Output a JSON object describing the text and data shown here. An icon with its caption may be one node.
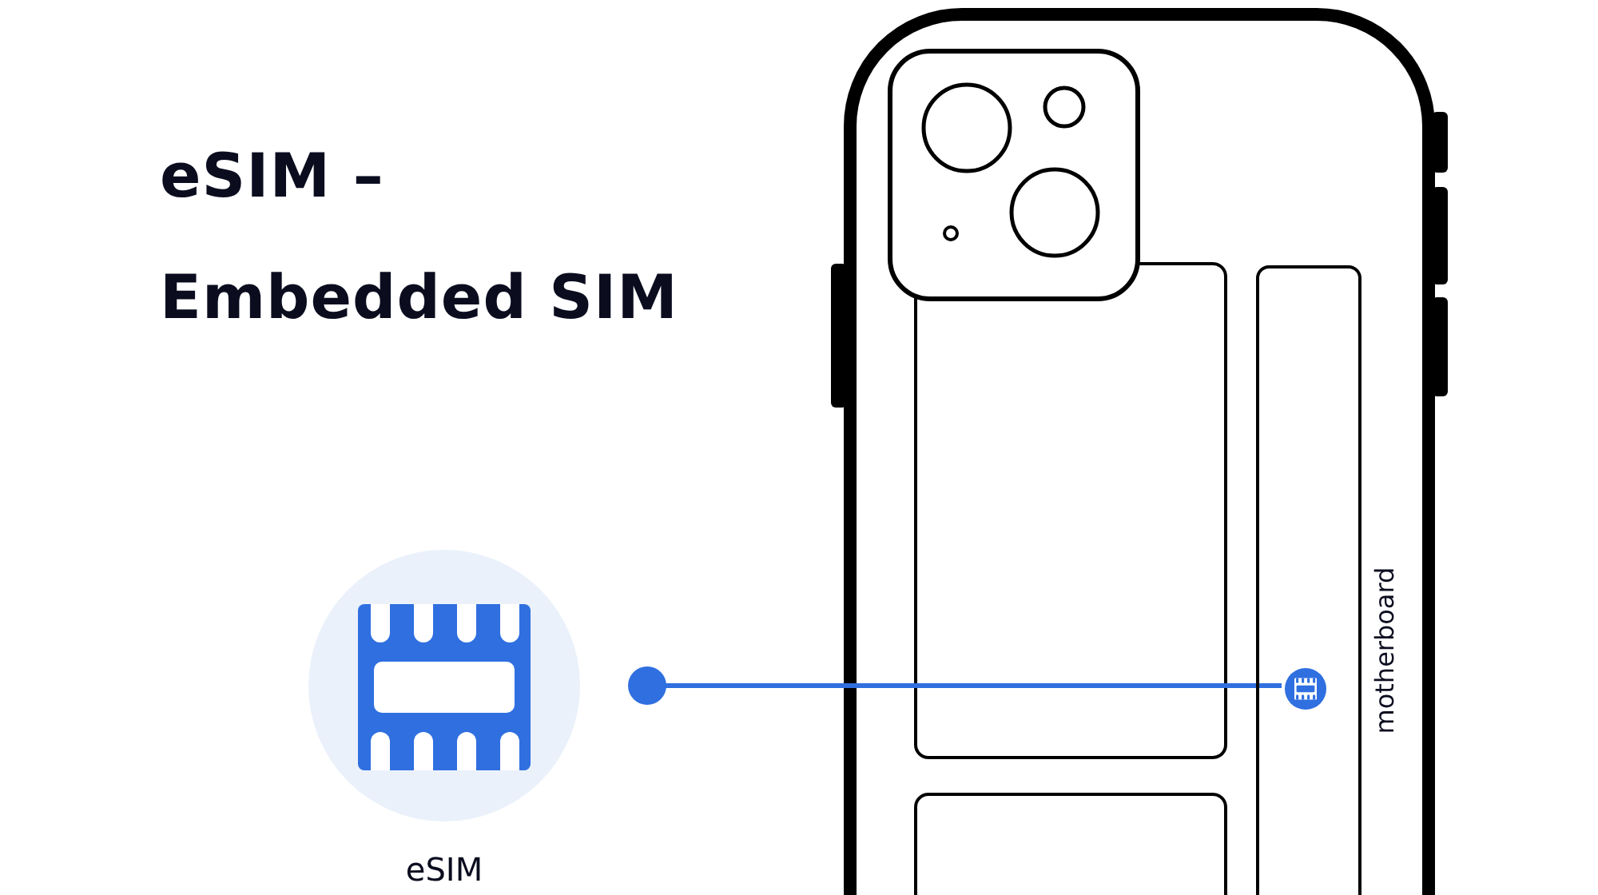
{
  "diagram": {
    "title": "eSIM – Embedded SIM",
    "nodes": [
      {
        "text": [
          "eSIM"
        ]
      },
      {
        "text": [
          "motherboard"
        ]
      },
      {
        "text": [],
        "shape": "circle",
        "in": 1
      }
    ],
    "edges": [
      {
        "from": 0,
        "to": 2,
        "arrow": "other"
      }
    ]
  }
}
